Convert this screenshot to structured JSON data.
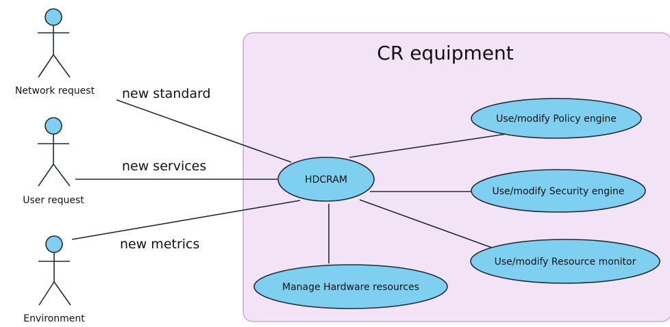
{
  "diagram": {
    "system": {
      "title": "CR equipment",
      "fill": "#f3e3f7",
      "border": "#c9a7d2"
    },
    "colors": {
      "usecase_fill": "#7ecff0",
      "stroke": "#1f2a33"
    },
    "actors": {
      "network": {
        "label": "Network request"
      },
      "user": {
        "label": "User request"
      },
      "environment": {
        "label": "Environment"
      }
    },
    "edges": {
      "standard": {
        "label": "new standard"
      },
      "services": {
        "label": "new services"
      },
      "metrics": {
        "label": "new metrics"
      }
    },
    "usecases": {
      "hdcram": {
        "label": "HDCRAM"
      },
      "policy": {
        "label": "Use/modify Policy engine"
      },
      "security": {
        "label": "Use/modify Security engine"
      },
      "resource": {
        "label": "Use/modify Resource monitor"
      },
      "hardware": {
        "label": "Manage Hardware resources"
      }
    }
  }
}
